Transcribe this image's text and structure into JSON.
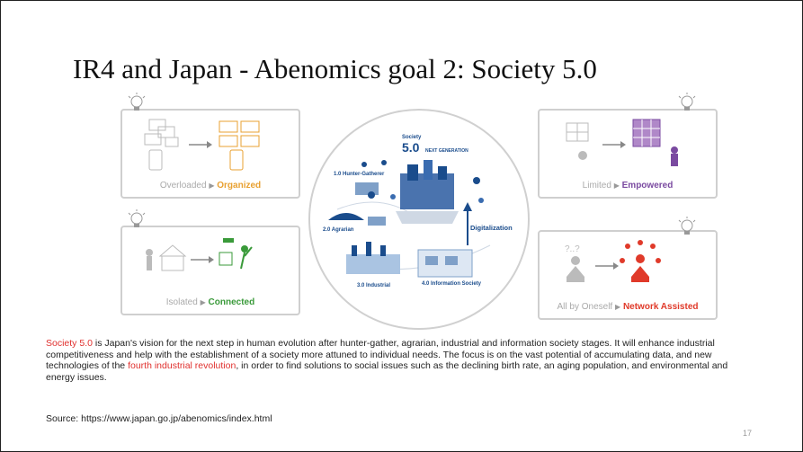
{
  "slide": {
    "title": "IR4 and Japan - Abenomics goal 2: Society 5.0",
    "page_number": "17"
  },
  "panels": [
    {
      "from": "Overloaded",
      "to": "Organized",
      "to_color": "#e8a030"
    },
    {
      "from": "Limited",
      "to": "Empowered",
      "to_color": "#7a4aa0"
    },
    {
      "from": "Isolated",
      "to": "Connected",
      "to_color": "#3a9a3a"
    },
    {
      "from": "All by Oneself",
      "to": "Network Assisted",
      "to_color": "#e03a2a"
    }
  ],
  "diagram": {
    "society_label": "Society",
    "society5": "5.0",
    "society5_sub": "NEXT GENERATION",
    "hunter": "1.0 Hunter-Gatherer",
    "agrarian": "2.0 Agrarian",
    "industrial": "3.0 Industrial",
    "information": "4.0 Information Society",
    "digitalization": "Digitalization"
  },
  "body": {
    "highlight1": "Society 5.0",
    "part1": " is Japan's vision for the next step in human evolution after hunter-gather, agrarian, industrial and information society stages. It will enhance industrial competitiveness and help with the establishment of a society more attuned to individual needs. The focus is on the vast potential of accumulating data, and new technologies of the ",
    "highlight2": "fourth industrial revolution",
    "part2": ", in order to find solutions to social issues such as the declining birth rate, an aging population, and environmental and energy issues."
  },
  "source": "Source: https://www.japan.go.jp/abenomics/index.html",
  "colors": {
    "accent_red": "#e0302e",
    "diagram_blue": "#1a4c8c"
  }
}
